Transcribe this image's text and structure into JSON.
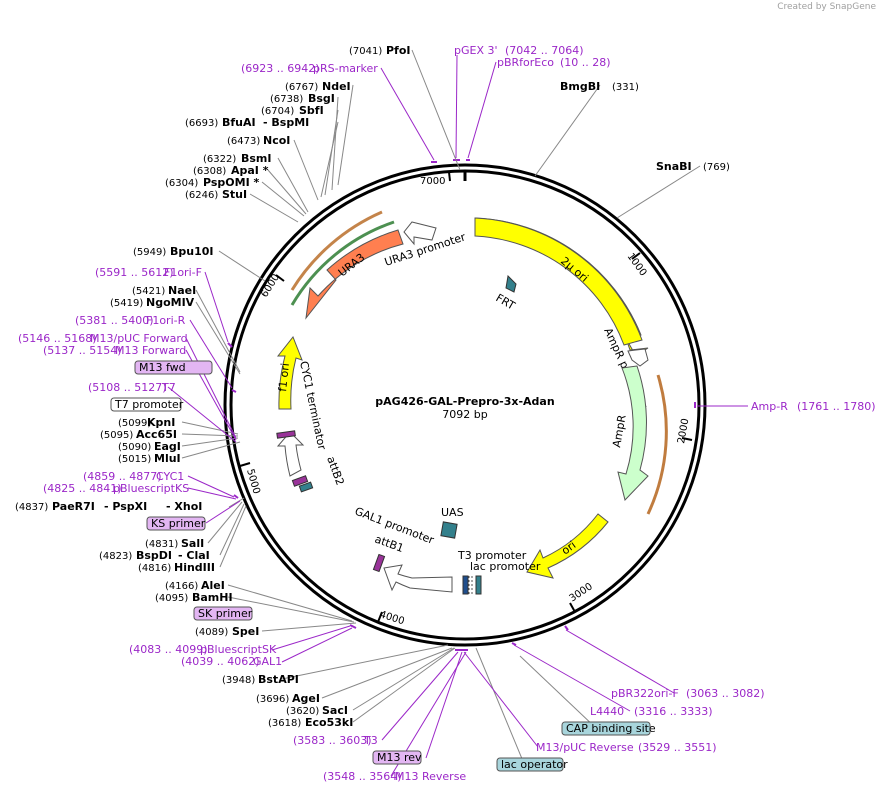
{
  "credit": "Created by SnapGene",
  "plasmid": {
    "name": "pAG426-GAL-Prepro-3x-Adan",
    "size_label": "7092 bp",
    "length": 7092
  },
  "ticks": [
    "1000",
    "2000",
    "3000",
    "4000",
    "5000",
    "6000",
    "7000"
  ],
  "features": [
    {
      "label": "2µ ori",
      "color": "#ffff00"
    },
    {
      "label": "AmpR promoter",
      "color": "#ffffff"
    },
    {
      "label": "AmpR",
      "color": "#ccffcc"
    },
    {
      "label": "ori",
      "color": "#ffff00"
    },
    {
      "label": "T3 promoter",
      "color": "#ffffff"
    },
    {
      "label": "lac promoter",
      "color": "#ffffff"
    },
    {
      "label": "GAL1 promoter",
      "color": "#ffffff"
    },
    {
      "label": "attB1",
      "color": "#993399"
    },
    {
      "label": "UAS",
      "color": "#33808c"
    },
    {
      "label": "attB2",
      "color": "#993399"
    },
    {
      "label": "CYC1 terminator",
      "color": "#ffffff"
    },
    {
      "label": "f1 ori",
      "color": "#ffff00"
    },
    {
      "label": "URA3",
      "color": "#ff7f50"
    },
    {
      "label": "URA3 promoter",
      "color": "#ffffff"
    },
    {
      "label": "FRT",
      "color": "#33808c"
    }
  ],
  "labels": {
    "PfoI": {
      "name": "PfoI",
      "pos": "(7041)"
    },
    "pGEX3": {
      "name": "pGEX 3'",
      "pos": "(7042 .. 7064)"
    },
    "pBRforEco": {
      "name": "pBRforEco",
      "pos": "(10 .. 28)"
    },
    "pRSmarker": {
      "name": "pRS-marker",
      "pos": "(6923 .. 6942)"
    },
    "BmgBI": {
      "name": "BmgBI",
      "pos": "(331)"
    },
    "NdeI": {
      "name": "NdeI",
      "pos": "(6767)"
    },
    "BsgI": {
      "name": "BsgI",
      "pos": "(6738)"
    },
    "SbfI": {
      "name": "SbfI",
      "pos": "(6704)"
    },
    "BfuAI": {
      "name": "BfuAI",
      "name2": "- BspMI",
      "pos": "(6693)"
    },
    "NcoI": {
      "name": "NcoI",
      "pos": "(6473)"
    },
    "SnaBI": {
      "name": "SnaBI",
      "pos": "(769)"
    },
    "BsmI": {
      "name": "BsmI",
      "pos": "(6322)"
    },
    "ApaI": {
      "name": "ApaI *",
      "pos": "(6308)"
    },
    "PspOMI": {
      "name": "PspOMI *",
      "pos": "(6304)"
    },
    "StuI": {
      "name": "StuI",
      "pos": "(6246)"
    },
    "Bpu10I": {
      "name": "Bpu10I",
      "pos": "(5949)"
    },
    "F1oriF": {
      "name": "F1ori-F",
      "pos": "(5591 .. 5612)"
    },
    "NaeI": {
      "name": "NaeI",
      "pos": "(5421)"
    },
    "NgoMIV": {
      "name": "NgoMIV",
      "pos": "(5419)"
    },
    "F1oriR": {
      "name": "F1ori-R",
      "pos": "(5381 .. 5400)"
    },
    "M13pUCFwd": {
      "name": "M13/pUC Forward",
      "pos": "(5146 .. 5168)"
    },
    "M13Fwd": {
      "name": "M13 Forward",
      "pos": "(5137 .. 5154)"
    },
    "M13fwdBox": {
      "name": "M13 fwd"
    },
    "T7": {
      "name": "T7",
      "pos": "(5108 .. 5127)"
    },
    "T7promBox": {
      "name": "T7 promoter"
    },
    "KpnI": {
      "name": "KpnI",
      "pos": "(5099)"
    },
    "Acc65I": {
      "name": "Acc65I",
      "pos": "(5095)"
    },
    "EagI": {
      "name": "EagI",
      "pos": "(5090)"
    },
    "MluI": {
      "name": "MluI",
      "pos": "(5015)"
    },
    "AmpR_primer": {
      "name": "Amp-R",
      "pos": "(1761 .. 1780)"
    },
    "CYC1": {
      "name": "CYC1",
      "pos": "(4859 .. 4877)"
    },
    "pBluescriptKS": {
      "name": "pBluescriptKS",
      "pos": "(4825 .. 4841)"
    },
    "PaeR7I": {
      "name": "PaeR7I",
      "name2": "- PspXI",
      "name3": "- XhoI",
      "pos": "(4837)"
    },
    "KSprimerBox": {
      "name": "KS primer"
    },
    "SalI": {
      "name": "SalI",
      "pos": "(4831)"
    },
    "BspDI": {
      "name": "BspDI",
      "name2": "- ClaI",
      "pos": "(4823)"
    },
    "HindIII": {
      "name": "HindIII",
      "pos": "(4816)"
    },
    "AleI": {
      "name": "AleI",
      "pos": "(4166)"
    },
    "BamHI": {
      "name": "BamHI",
      "pos": "(4095)"
    },
    "SKprimerBox": {
      "name": "SK primer"
    },
    "SpeI": {
      "name": "SpeI",
      "pos": "(4089)"
    },
    "pBluescriptSK": {
      "name": "pBluescriptSK",
      "pos": "(4083 .. 4099)"
    },
    "GAL1": {
      "name": "GAL1",
      "pos": "(4039 .. 4062)"
    },
    "pBR322oriF": {
      "name": "pBR322ori-F",
      "pos": "(3063 .. 3082)"
    },
    "L4440": {
      "name": "L4440",
      "pos": "(3316 .. 3333)"
    },
    "BstAPI": {
      "name": "BstAPI",
      "pos": "(3948)"
    },
    "CAPbox": {
      "name": "CAP binding site"
    },
    "AgeI": {
      "name": "AgeI",
      "pos": "(3696)"
    },
    "SacI": {
      "name": "SacI",
      "pos": "(3620)"
    },
    "Eco53kI": {
      "name": "Eco53kI",
      "pos": "(3618)"
    },
    "M13pUCRev": {
      "name": "M13/pUC Reverse",
      "pos": "(3529 .. 3551)"
    },
    "T3": {
      "name": "T3",
      "pos": "(3583 .. 3603)"
    },
    "M13revBox": {
      "name": "M13 rev"
    },
    "lacOpBox": {
      "name": "lac operator"
    },
    "M13Reverse": {
      "name": "M13 Reverse",
      "pos": "(3548 .. 3564)"
    }
  }
}
